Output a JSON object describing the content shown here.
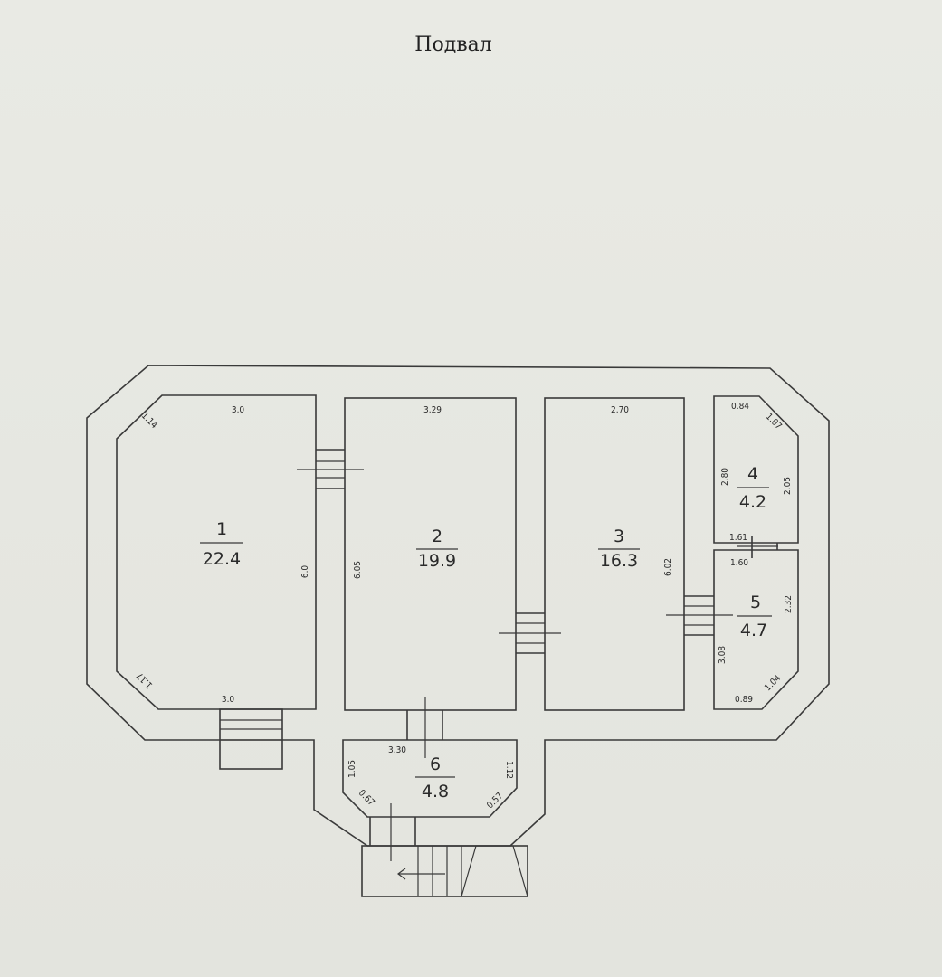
{
  "title": "Подвал",
  "rooms": [
    {
      "number": "1",
      "area": "22.4"
    },
    {
      "number": "2",
      "area": "19.9"
    },
    {
      "number": "3",
      "area": "16.3"
    },
    {
      "number": "4",
      "area": "4.2"
    },
    {
      "number": "5",
      "area": "4.7"
    },
    {
      "number": "6",
      "area": "4.8"
    }
  ],
  "dimensions": {
    "r1_top": "3.0",
    "r1_bottom": "3.0",
    "r1_height": "6.0",
    "r1_chamfer_top": "1.14",
    "r1_chamfer_bottom": "1.17",
    "r2_top": "3.29",
    "r2_height": "6.05",
    "r3_top": "2.70",
    "r3_height": "6.02",
    "r4_top": "0.84",
    "r4_chamfer": "1.07",
    "r4_left": "2.80",
    "r4_right": "2.05",
    "r5_top": "1.60",
    "r5_mid": "1.61",
    "r5_left": "3.08",
    "r5_right": "2.32",
    "r5_bottom": "0.89",
    "r5_chamfer": "1.04",
    "r6_top": "3.30",
    "r6_left": "1.05",
    "r6_right": "1.12",
    "r6_chamfer_left": "0.67",
    "r6_chamfer_right": "0.57"
  }
}
